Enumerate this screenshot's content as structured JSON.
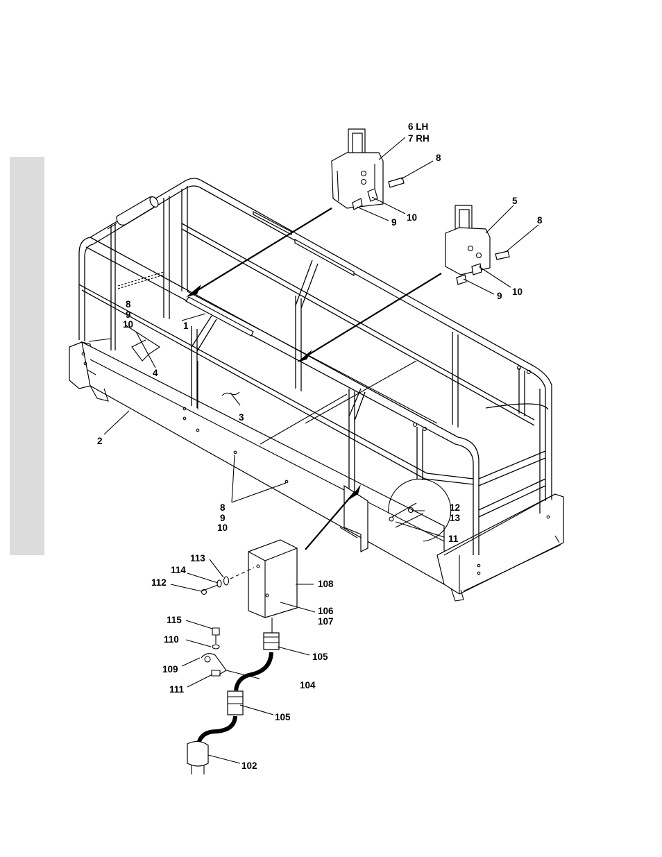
{
  "diagram": {
    "callouts": {
      "c_6lh": "6 LH",
      "c_7rh": "7 RH",
      "c_8_top": "8",
      "c_9_top": "9",
      "c_10_top": "10",
      "c_5": "5",
      "c_8_right": "8",
      "c_9_right": "9",
      "c_10_right": "10",
      "c_8_left": "8",
      "c_9_left": "9",
      "c_10_left": "10",
      "c_1": "1",
      "c_4": "4",
      "c_3": "3",
      "c_2": "2",
      "c_8_bottom": "8",
      "c_9_bottom": "9",
      "c_10_bottom": "10",
      "c_12": "12",
      "c_13": "13",
      "c_11": "11",
      "c_113": "113",
      "c_114": "114",
      "c_112": "112",
      "c_108": "108",
      "c_106": "106",
      "c_107": "107",
      "c_115": "115",
      "c_110": "110",
      "c_109": "109",
      "c_111": "111",
      "c_105_upper": "105",
      "c_104": "104",
      "c_105_lower": "105",
      "c_102": "102"
    }
  }
}
